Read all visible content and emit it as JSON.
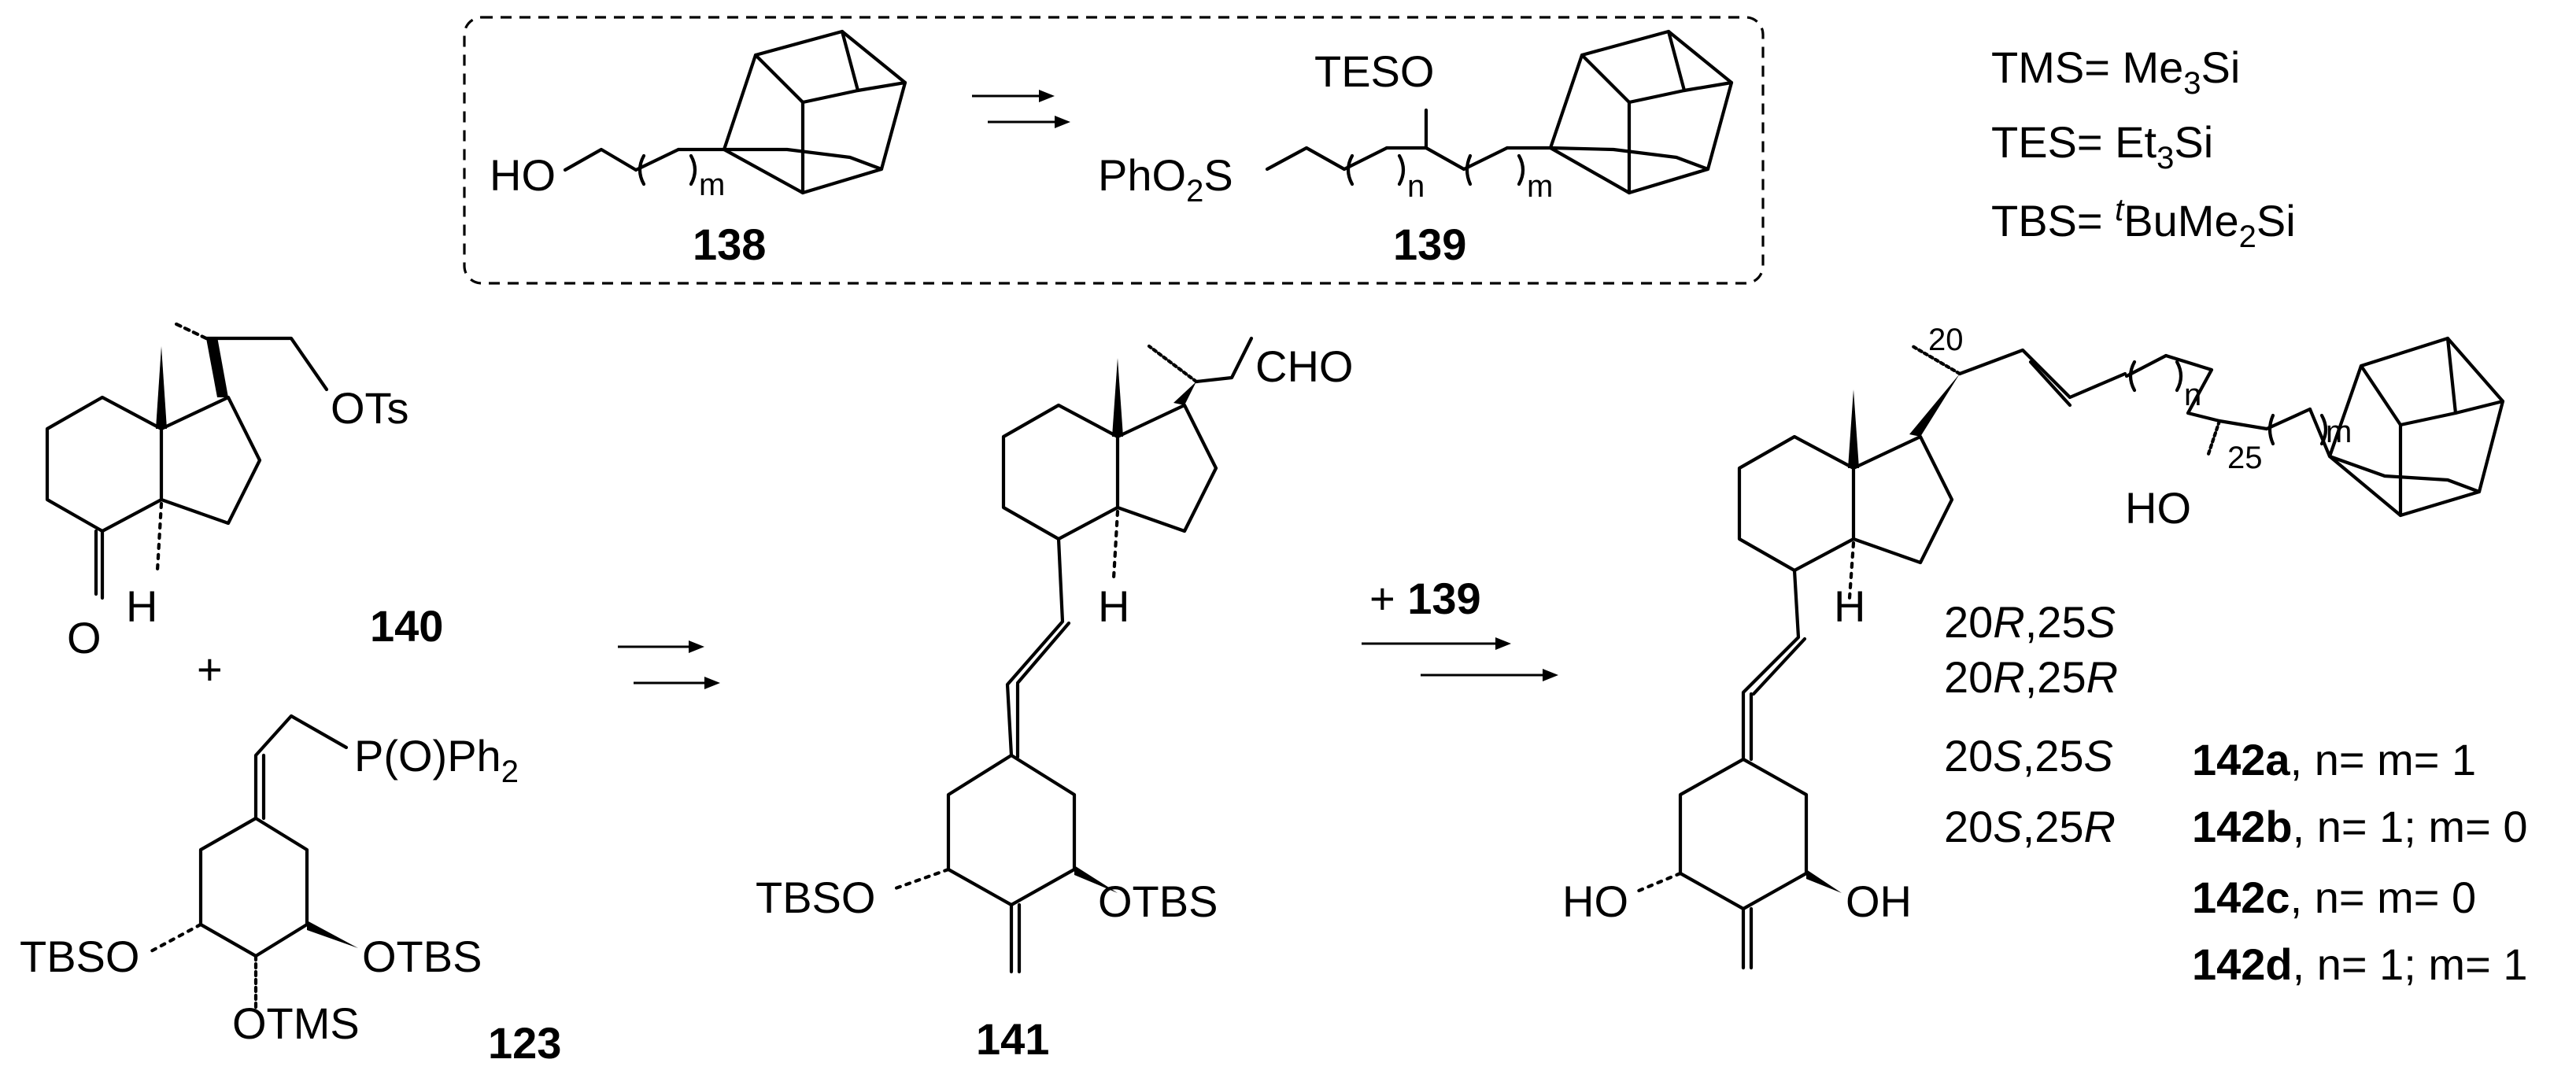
{
  "legend": {
    "tms": "TMS= Me3Si",
    "tes": "TES= Et3Si",
    "tbs": "TBS= tBuMe2Si"
  },
  "compounds": {
    "c138": {
      "id": "138",
      "ho": "HO",
      "m": "m"
    },
    "c139": {
      "id": "139",
      "pho2s": "PhO2S",
      "teso": "TESO",
      "n": "n",
      "m": "m"
    },
    "c140": {
      "id": "140",
      "ots": "OTs",
      "o": "O",
      "h": "H"
    },
    "c123": {
      "id": "123",
      "pooph2": "P(O)Ph2",
      "tbso": "TBSO",
      "otbs": "OTBS",
      "otms": "OTMS"
    },
    "c141": {
      "id": "141",
      "cho": "CHO",
      "h": "H",
      "tbso": "TBSO",
      "otbs": "OTBS"
    },
    "c142": {
      "ho_left": "HO",
      "oh_right": "OH",
      "ho_side": "HO",
      "h": "H",
      "n": "n",
      "m": "m",
      "pos20": "20",
      "pos25": "25"
    }
  },
  "plus_sign": "+",
  "reagent_139": "+ 139",
  "stereo_list": [
    "20R,25S",
    "20R,25R",
    "20S,25S",
    "20S,25R"
  ],
  "products": [
    {
      "id": "142a",
      "cond": ", n= m= 1"
    },
    {
      "id": "142b",
      "cond": ", n= 1; m= 0"
    },
    {
      "id": "142c",
      "cond": ", n= m= 0"
    },
    {
      "id": "142d",
      "cond": ", n= 1; m= 1"
    }
  ]
}
